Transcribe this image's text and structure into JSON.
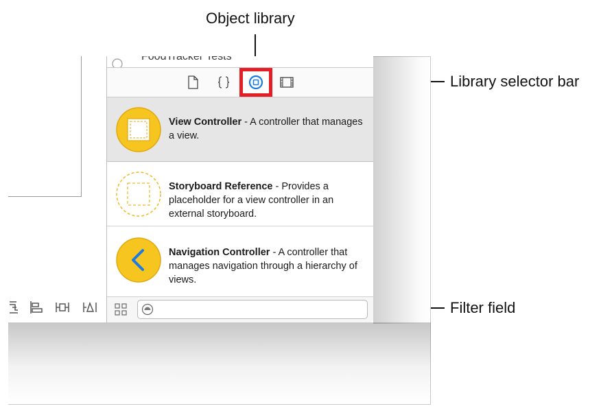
{
  "callouts": {
    "object_library": "Object library",
    "library_selector_bar": "Library selector bar",
    "filter_field": "Filter field"
  },
  "panel": {
    "cut_off_text": "FoodTracker Tests",
    "selector_buttons": [
      "file-template-icon",
      "code-snippet-icon",
      "object-library-icon",
      "media-library-icon"
    ],
    "active_selector": "object-library-icon",
    "items": [
      {
        "title": "View Controller",
        "description": " - A controller that manages a view.",
        "icon": "view-controller-icon",
        "selected": true
      },
      {
        "title": "Storyboard Reference",
        "description": " - Provides a placeholder for a view controller in an external storyboard.",
        "icon": "storyboard-reference-icon",
        "selected": false
      },
      {
        "title": "Navigation Controller",
        "description": " - A controller that manages navigation through a hierarchy of views.",
        "icon": "navigation-controller-icon",
        "selected": false
      }
    ],
    "filter": {
      "value": "",
      "placeholder": ""
    }
  },
  "colors": {
    "highlight": "#e41e25",
    "icon_yellow": "#f7c51f",
    "icon_yellow_border": "#e0a80f",
    "accent_blue": "#1a7be6"
  }
}
